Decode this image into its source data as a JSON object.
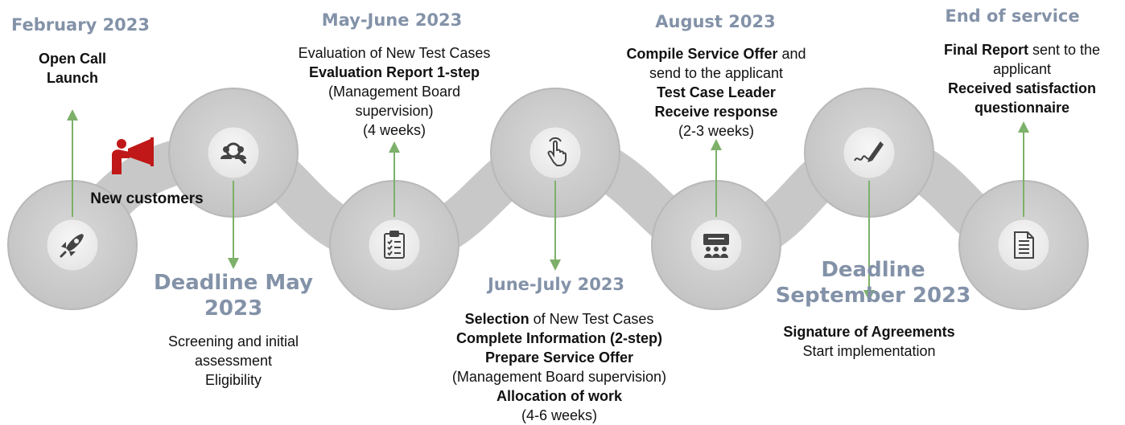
{
  "milestones": [
    {
      "date": "February 2023",
      "lines": [
        [
          {
            "t": "Open Call",
            "b": true
          }
        ],
        [
          {
            "t": "Launch",
            "b": true
          }
        ]
      ]
    },
    {
      "date": "Deadline May 2023",
      "lines": [
        [
          {
            "t": "Screening and initial",
            "b": false
          }
        ],
        [
          {
            "t": "assessment",
            "b": false
          }
        ],
        [
          {
            "t": "Eligibility",
            "b": false
          }
        ]
      ]
    },
    {
      "date": "May-June 2023",
      "lines": [
        [
          {
            "t": "Evaluation of New Test Cases",
            "b": false
          }
        ],
        [
          {
            "t": "Evaluation Report 1-step",
            "b": true
          }
        ],
        [
          {
            "t": "(Management Board",
            "b": false
          }
        ],
        [
          {
            "t": "supervision)",
            "b": false
          }
        ],
        [
          {
            "t": "(4 weeks)",
            "b": false
          }
        ]
      ]
    },
    {
      "date": "June-July 2023",
      "lines": [
        [
          {
            "t": "Selection",
            "b": true
          },
          {
            "t": " of New Test Cases",
            "b": false
          }
        ],
        [
          {
            "t": "Complete Information (2-step)",
            "b": true
          }
        ],
        [
          {
            "t": "Prepare Service Offer",
            "b": true
          }
        ],
        [
          {
            "t": "(Management Board supervision)",
            "b": false
          }
        ],
        [
          {
            "t": "Allocation of work",
            "b": true
          }
        ],
        [
          {
            "t": "(4-6 weeks)",
            "b": false
          }
        ]
      ]
    },
    {
      "date": "August 2023",
      "lines": [
        [
          {
            "t": "Compile Service Offer",
            "b": true
          },
          {
            "t": " and",
            "b": false
          }
        ],
        [
          {
            "t": "send to the applicant",
            "b": false
          }
        ],
        [
          {
            "t": "Test Case Leader",
            "b": true
          }
        ],
        [
          {
            "t": "Receive response",
            "b": true
          }
        ],
        [
          {
            "t": "(2-3 weeks)",
            "b": false
          }
        ]
      ]
    },
    {
      "date": "Deadline September 2023",
      "lines": [
        [
          {
            "t": "Signature of Agreements",
            "b": true
          }
        ],
        [
          {
            "t": "Start implementation",
            "b": false
          }
        ]
      ]
    },
    {
      "date": "End of service",
      "lines": [
        [
          {
            "t": "Final Report",
            "b": true
          },
          {
            "t": " sent to the",
            "b": false
          }
        ],
        [
          {
            "t": "applicant",
            "b": false
          }
        ],
        [
          {
            "t": "Received satisfaction",
            "b": true
          }
        ],
        [
          {
            "t": "questionnaire",
            "b": true
          }
        ]
      ]
    }
  ],
  "new_customers": "New customers",
  "date_lines": {
    "deadline_may": [
      "Deadline May",
      "2023"
    ],
    "deadline_sept": [
      "Deadline",
      "September 2023"
    ]
  },
  "icons": [
    "rocket-icon",
    "group-search-icon",
    "clipboard-checklist-icon",
    "touch-hand-icon",
    "meeting-presentation-icon",
    "signature-pen-icon",
    "document-icon",
    "megaphone-person-icon"
  ],
  "colors": {
    "circle": "#d2d2d2",
    "ribbon": "#c6c6c6",
    "arrow": "#7db06a",
    "date": "#8392a8",
    "megaphone": "#c01818"
  }
}
